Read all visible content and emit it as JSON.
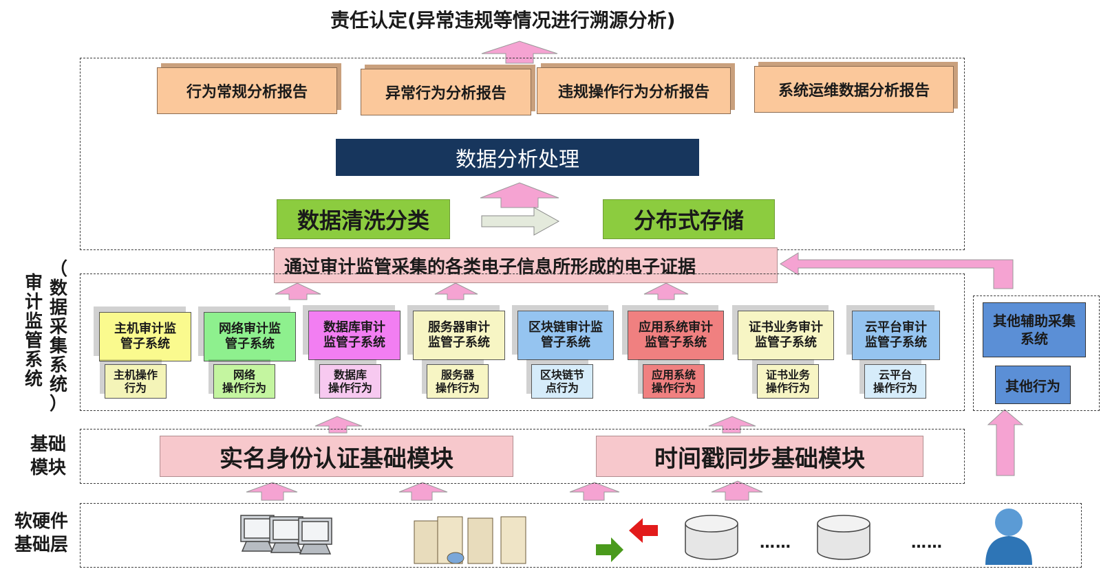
{
  "top_title": "责任认定(异常违规等情况进行溯源分析)",
  "reports": [
    "行为常规分析报告",
    "异常行为分析报告",
    "违规操作行为分析报告",
    "系统运维数据分析报告"
  ],
  "processing": "数据分析处理",
  "clean": "数据清洗分类",
  "storage": "分布式存储",
  "evidence": "通过审计监管采集的各类电子信息所形成的电子证据",
  "layer_labels": {
    "audit_col1": [
      "审",
      "计",
      "监",
      "管",
      "系",
      "统"
    ],
    "audit_col2": [
      "（",
      "数",
      "据",
      "采",
      "集",
      "系",
      "统",
      "）"
    ],
    "base_module": [
      "基础",
      "模块"
    ],
    "hardware": [
      "软硬件",
      "基础层"
    ]
  },
  "subsystems": [
    {
      "lines": [
        "主机审计监",
        "管子系统"
      ],
      "color": "#fafa8e",
      "action": [
        "主机操作",
        "行为"
      ],
      "action_color": "#f4f4b8"
    },
    {
      "lines": [
        "网络审计监",
        "管子系统"
      ],
      "color": "#8ef08e",
      "action": [
        "网络",
        "操作行为"
      ],
      "action_color": "#c4f5a0"
    },
    {
      "lines": [
        "数据库审计",
        "监管子系统"
      ],
      "color": "#f27ef2",
      "action": [
        "数据库",
        "操作行为"
      ],
      "action_color": "#f7c9f0"
    },
    {
      "lines": [
        "服务器审计",
        "监管子系统"
      ],
      "color": "#f7f5c4",
      "action": [
        "服务器",
        "操作行为"
      ],
      "action_color": "#f7f5c4"
    },
    {
      "lines": [
        "区块链审计监",
        "管子系统"
      ],
      "color": "#95c4f0",
      "action": [
        "区块链节",
        "点行为"
      ],
      "action_color": "#d6ecfa"
    },
    {
      "lines": [
        "应用系统审计",
        "监管子系统"
      ],
      "color": "#f08080",
      "action": [
        "应用系统",
        "操作行为"
      ],
      "action_color": "#f08080"
    },
    {
      "lines": [
        "证书业务审计",
        "监管子系统"
      ],
      "color": "#f7f5c4",
      "action": [
        "证书业务",
        "操作行为"
      ],
      "action_color": "#f7f5c4"
    },
    {
      "lines": [
        "云平台审计",
        "监管子系统"
      ],
      "color": "#95c4f0",
      "action": [
        "云平台",
        "操作行为"
      ],
      "action_color": "#d6ecfa"
    }
  ],
  "aux": {
    "title": [
      "其他辅助采集",
      "系统"
    ],
    "action": "其他行为"
  },
  "base_modules": [
    "实名身份认证基础模块",
    "时间戳同步基础模块"
  ],
  "hardware_icons": [
    "computer-icon",
    "server-icon",
    "database-icon",
    "database-icon",
    "user-icon"
  ],
  "ellipsis": [
    "……",
    "……"
  ],
  "colors": {
    "arrow_pink": "#f5a3d2",
    "navy": "#17365d",
    "green": "#8ccc3f",
    "pink_box": "#f7c8cc",
    "orange": "#fbc89b"
  }
}
